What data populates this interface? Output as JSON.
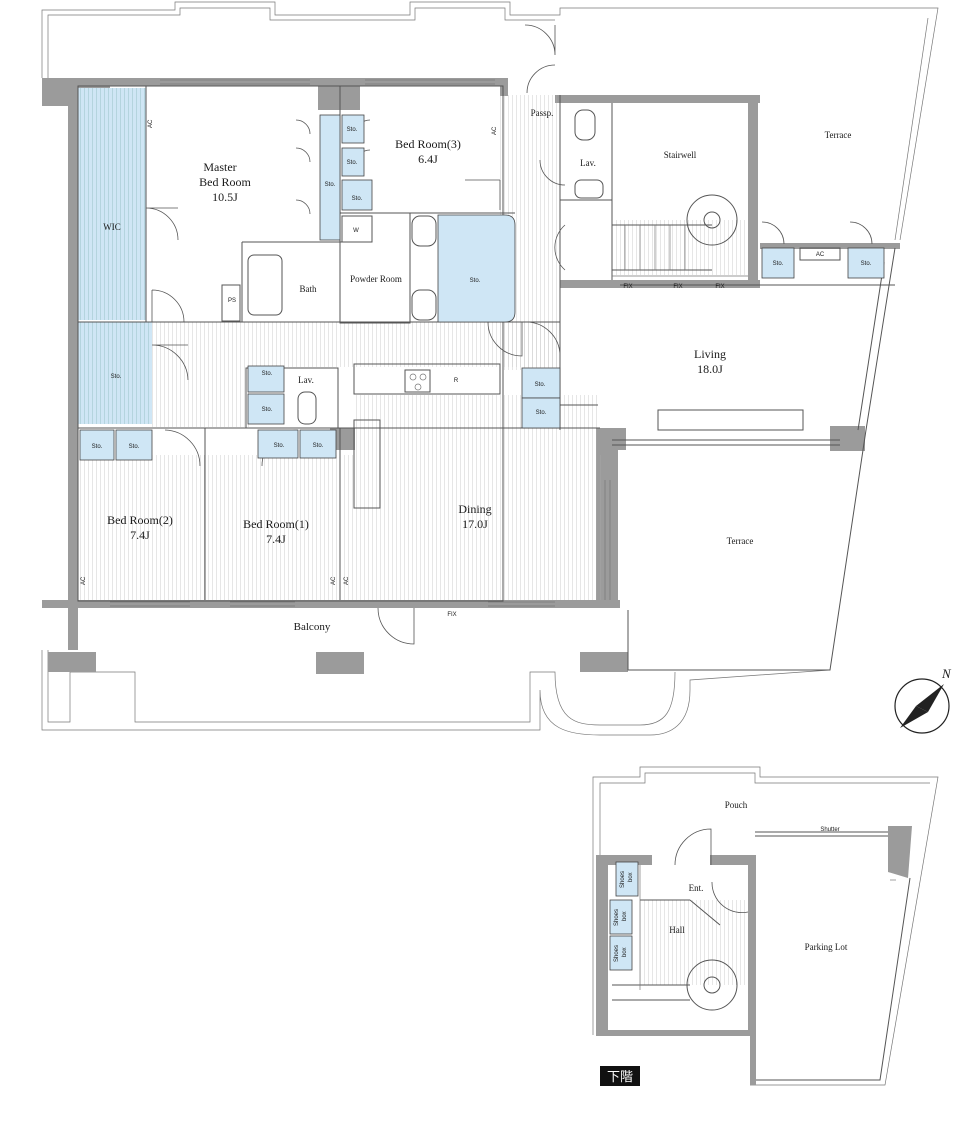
{
  "upper": {
    "rooms": {
      "master": {
        "name": "Master",
        "name2": "Bed Room",
        "size": "10.5J"
      },
      "bed3": {
        "name": "Bed Room(3)",
        "size": "6.4J"
      },
      "bed2": {
        "name": "Bed Room(2)",
        "size": "7.4J"
      },
      "bed1": {
        "name": "Bed Room(1)",
        "size": "7.4J"
      },
      "dining": {
        "name": "Dining",
        "size": "17.0J"
      },
      "living": {
        "name": "Living",
        "size": "18.0J"
      },
      "wic": "WIC",
      "bath": "Bath",
      "powder": "Powder Room",
      "stairwell": "Stairwell",
      "lav_top": "Lav.",
      "lav_mid": "Lav.",
      "passp": "Passp.",
      "terrace_top": "Terrace",
      "terrace_right": "Terrace",
      "balcony": "Balcony"
    },
    "sto": "Sto.",
    "ac": "AC",
    "fix": "FIX",
    "ps": "PS",
    "w": "W",
    "r": "R"
  },
  "lower": {
    "rooms": {
      "pouch": "Pouch",
      "ent": "Ent.",
      "hall": "Hall",
      "parking": "Parking Lot",
      "shutter": "Shutter"
    },
    "shoes_line1": "Shoes",
    "shoes_line2": "box",
    "floor_badge": "下階"
  },
  "compass": {
    "label": "N"
  }
}
